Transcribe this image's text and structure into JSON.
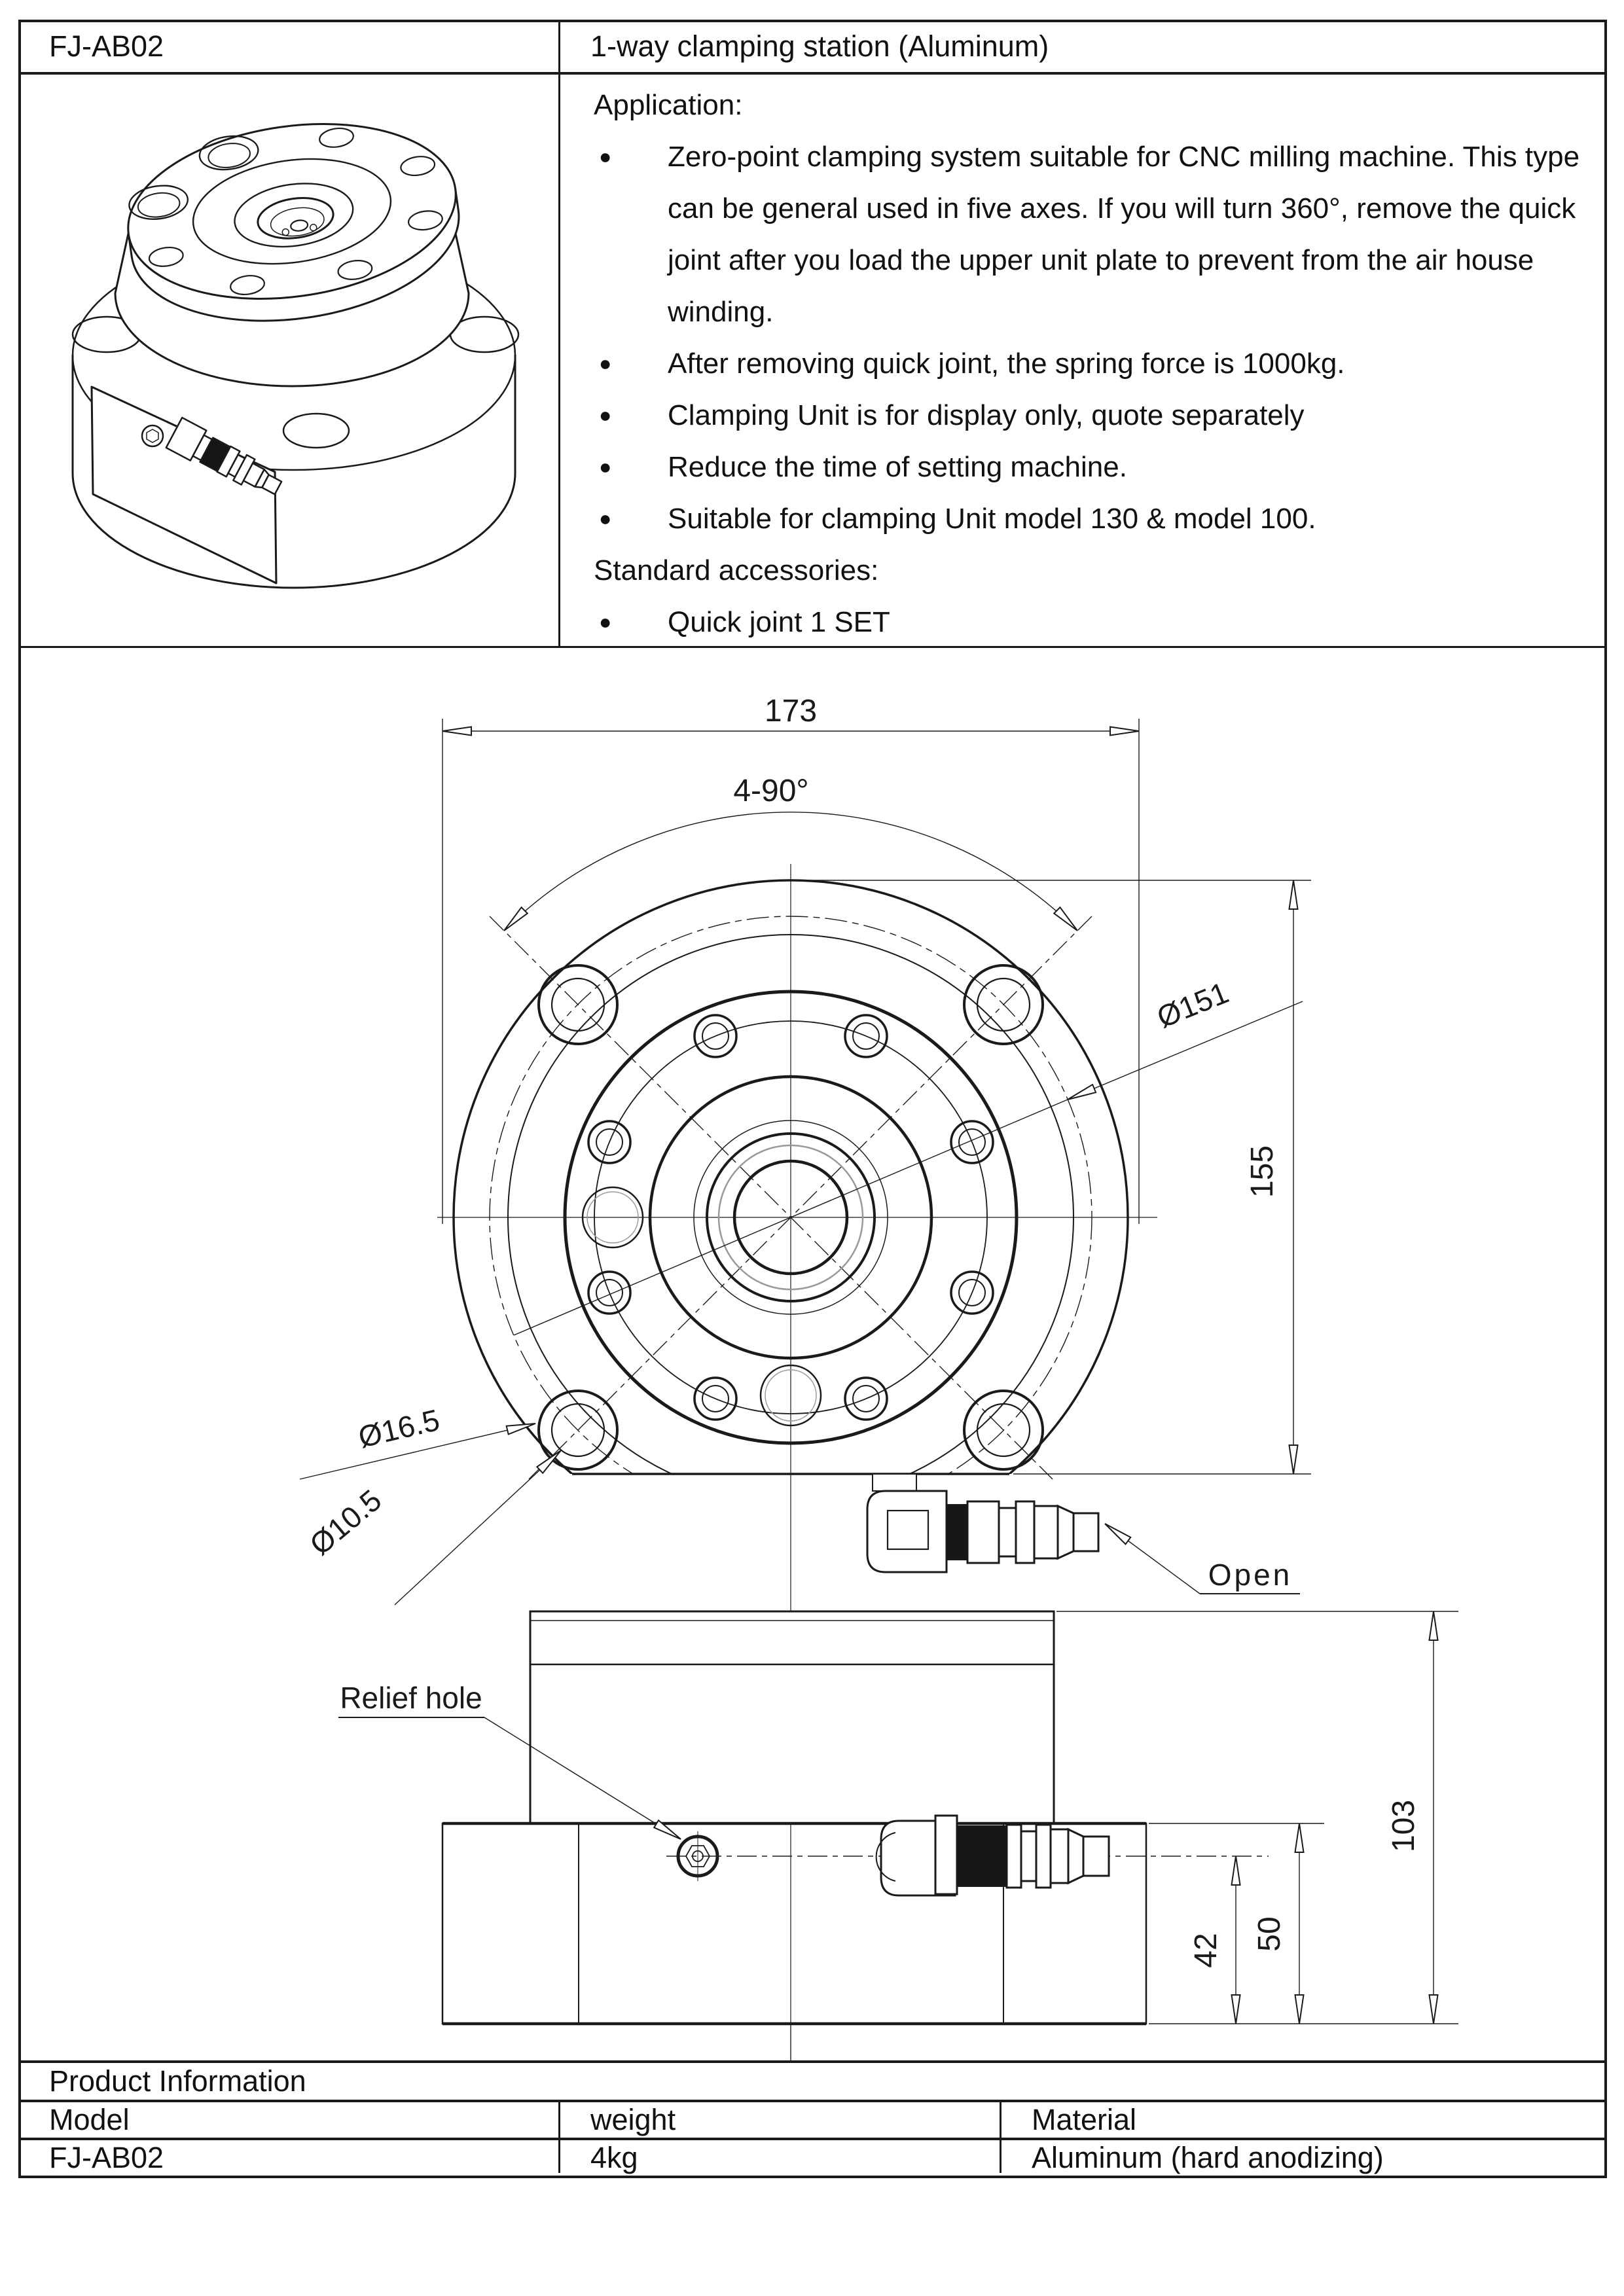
{
  "header": {
    "model": "FJ-AB02",
    "title": "1-way clamping station (Aluminum)"
  },
  "application": {
    "label": "Application:",
    "bullets": [
      "Zero-point clamping system suitable for CNC milling machine. This type can be general used in five axes. If you will turn 360°, remove the quick joint after you load the upper unit plate to prevent from the air house winding.",
      "After removing quick joint, the spring force is 1000kg.",
      "Clamping Unit is for display only, quote separately",
      "Reduce the time of setting machine.",
      "Suitable for clamping Unit model 130 & model 100."
    ],
    "accessories_label": "Standard accessories:",
    "accessories": [
      "Quick joint 1 SET"
    ]
  },
  "drawing": {
    "top_view": {
      "dim_width": "173",
      "dim_angle": "4-90°",
      "dim_bolt_circle": "Ø151",
      "dim_height": "155",
      "dim_counterbore": "Ø16.5",
      "dim_hole": "Ø10.5",
      "open_label": "Open"
    },
    "side_view": {
      "relief_label": "Relief hole",
      "dim_total_height": "103",
      "dim_base_height": "50",
      "dim_port_height": "42"
    }
  },
  "product_info": {
    "section_title": "Product Information",
    "columns": [
      "Model",
      "weight",
      "Material"
    ],
    "rows": [
      [
        "FJ-AB02",
        "4kg",
        "Aluminum (hard anodizing)"
      ]
    ]
  }
}
